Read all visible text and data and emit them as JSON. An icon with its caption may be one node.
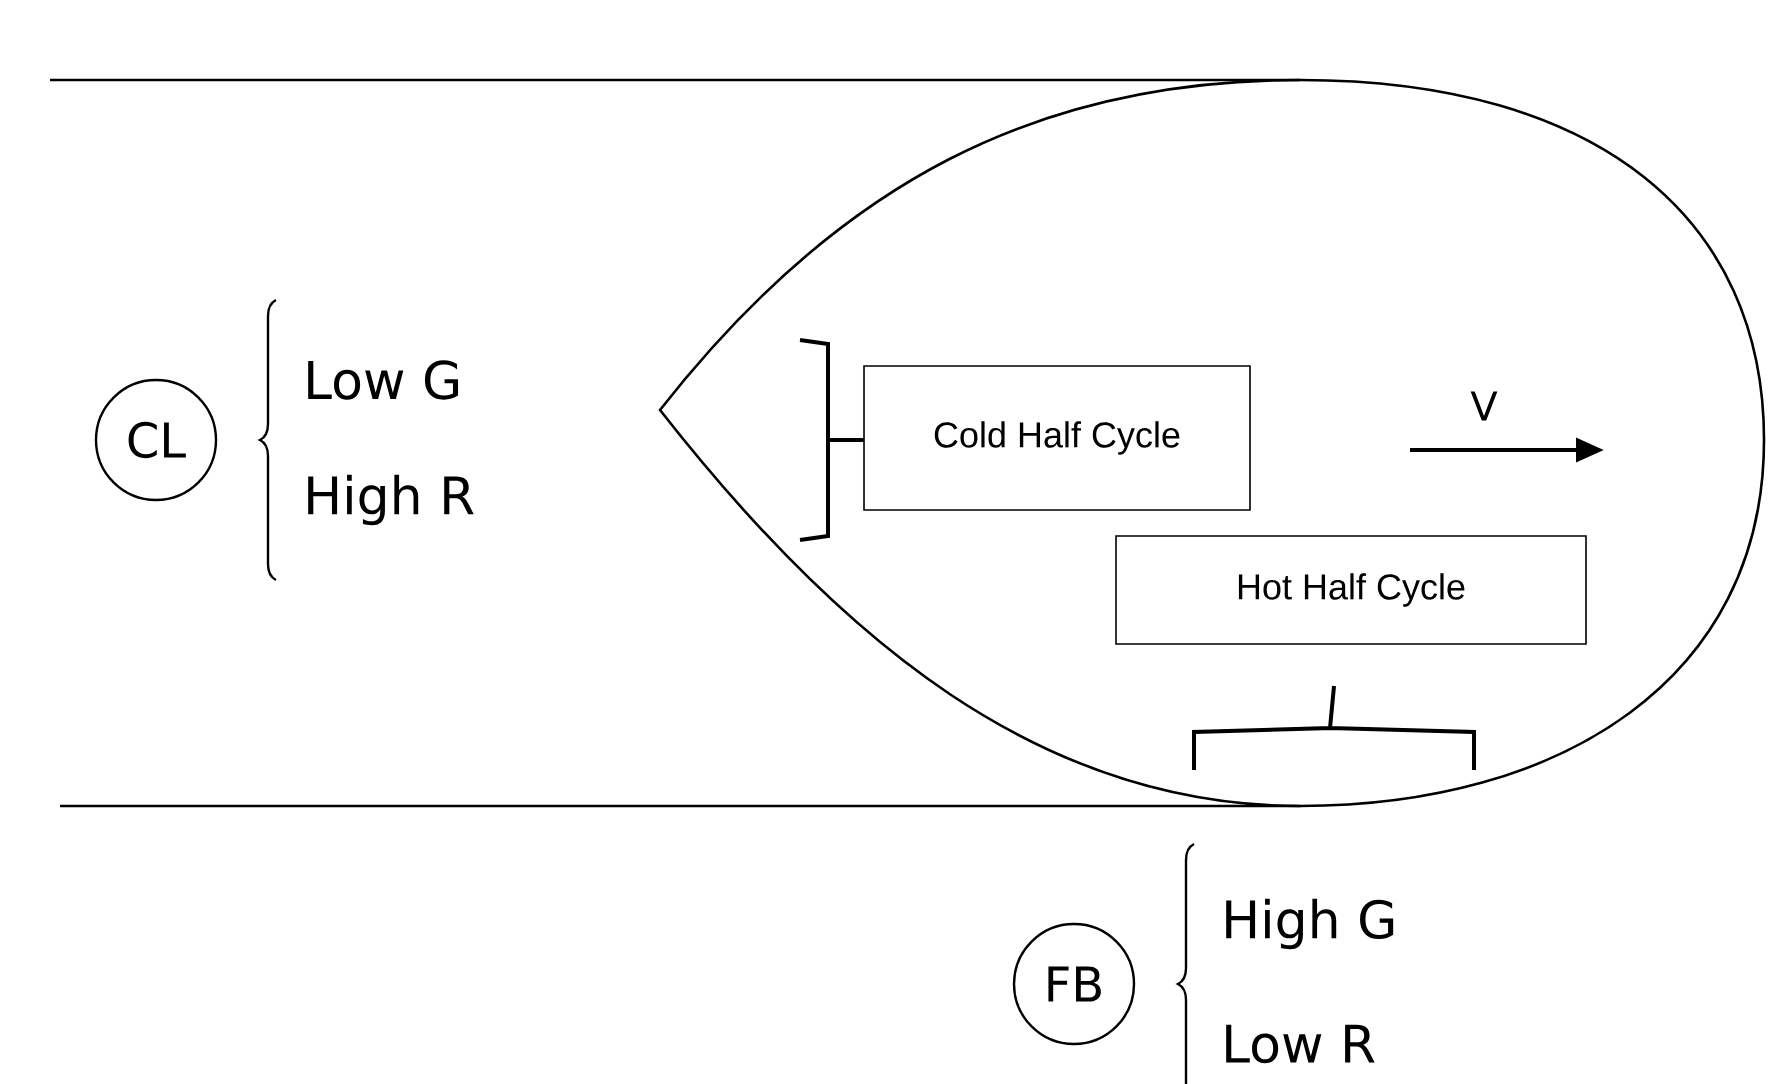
{
  "diagram": {
    "nodes": [
      {
        "text": [
          "CL"
        ],
        "beside": [
          "Low G",
          "High R"
        ]
      },
      {
        "text": [
          "Cold Half Cycle"
        ]
      },
      {
        "text": [
          "Hot Half Cycle"
        ]
      },
      {
        "text": [
          "FB"
        ],
        "beside": [
          "High G",
          "Low R"
        ]
      }
    ],
    "labels": [
      "V"
    ]
  }
}
